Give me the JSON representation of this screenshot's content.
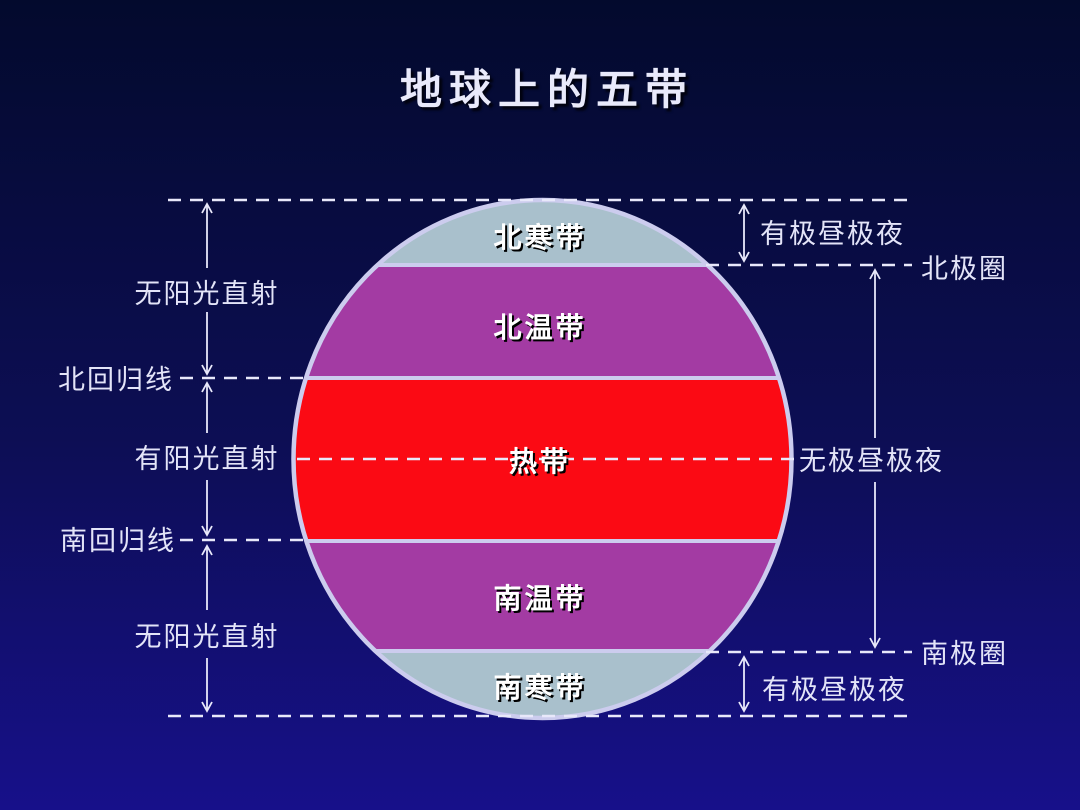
{
  "slide": {
    "title": "地球上的五带"
  },
  "colors": {
    "background_top": "#030a2d",
    "background_bottom": "#17108a",
    "frigid_zone": "#a9c0cc",
    "temperate_zone": "#a33ba3",
    "tropic_zone": "#fb0a14",
    "globe_outline": "#ccccee",
    "line_color": "#e8e8fa"
  },
  "zones": {
    "north_frigid": "北寒带",
    "north_temperate": "北温带",
    "tropic": "热带",
    "south_temperate": "南温带",
    "south_frigid": "南寒带"
  },
  "left_labels": {
    "no_direct_sun_north": "无阳光直射",
    "tropic_of_cancer": "北回归线",
    "direct_sun": "有阳光直射",
    "tropic_of_capricorn": "南回归线",
    "no_direct_sun_south": "无阳光直射"
  },
  "right_labels": {
    "polar_day_night_north": "有极昼极夜",
    "arctic_circle": "北极圈",
    "no_polar_day_night": "无极昼极夜",
    "antarctic_circle": "南极圈",
    "polar_day_night_south": "有极昼极夜"
  }
}
